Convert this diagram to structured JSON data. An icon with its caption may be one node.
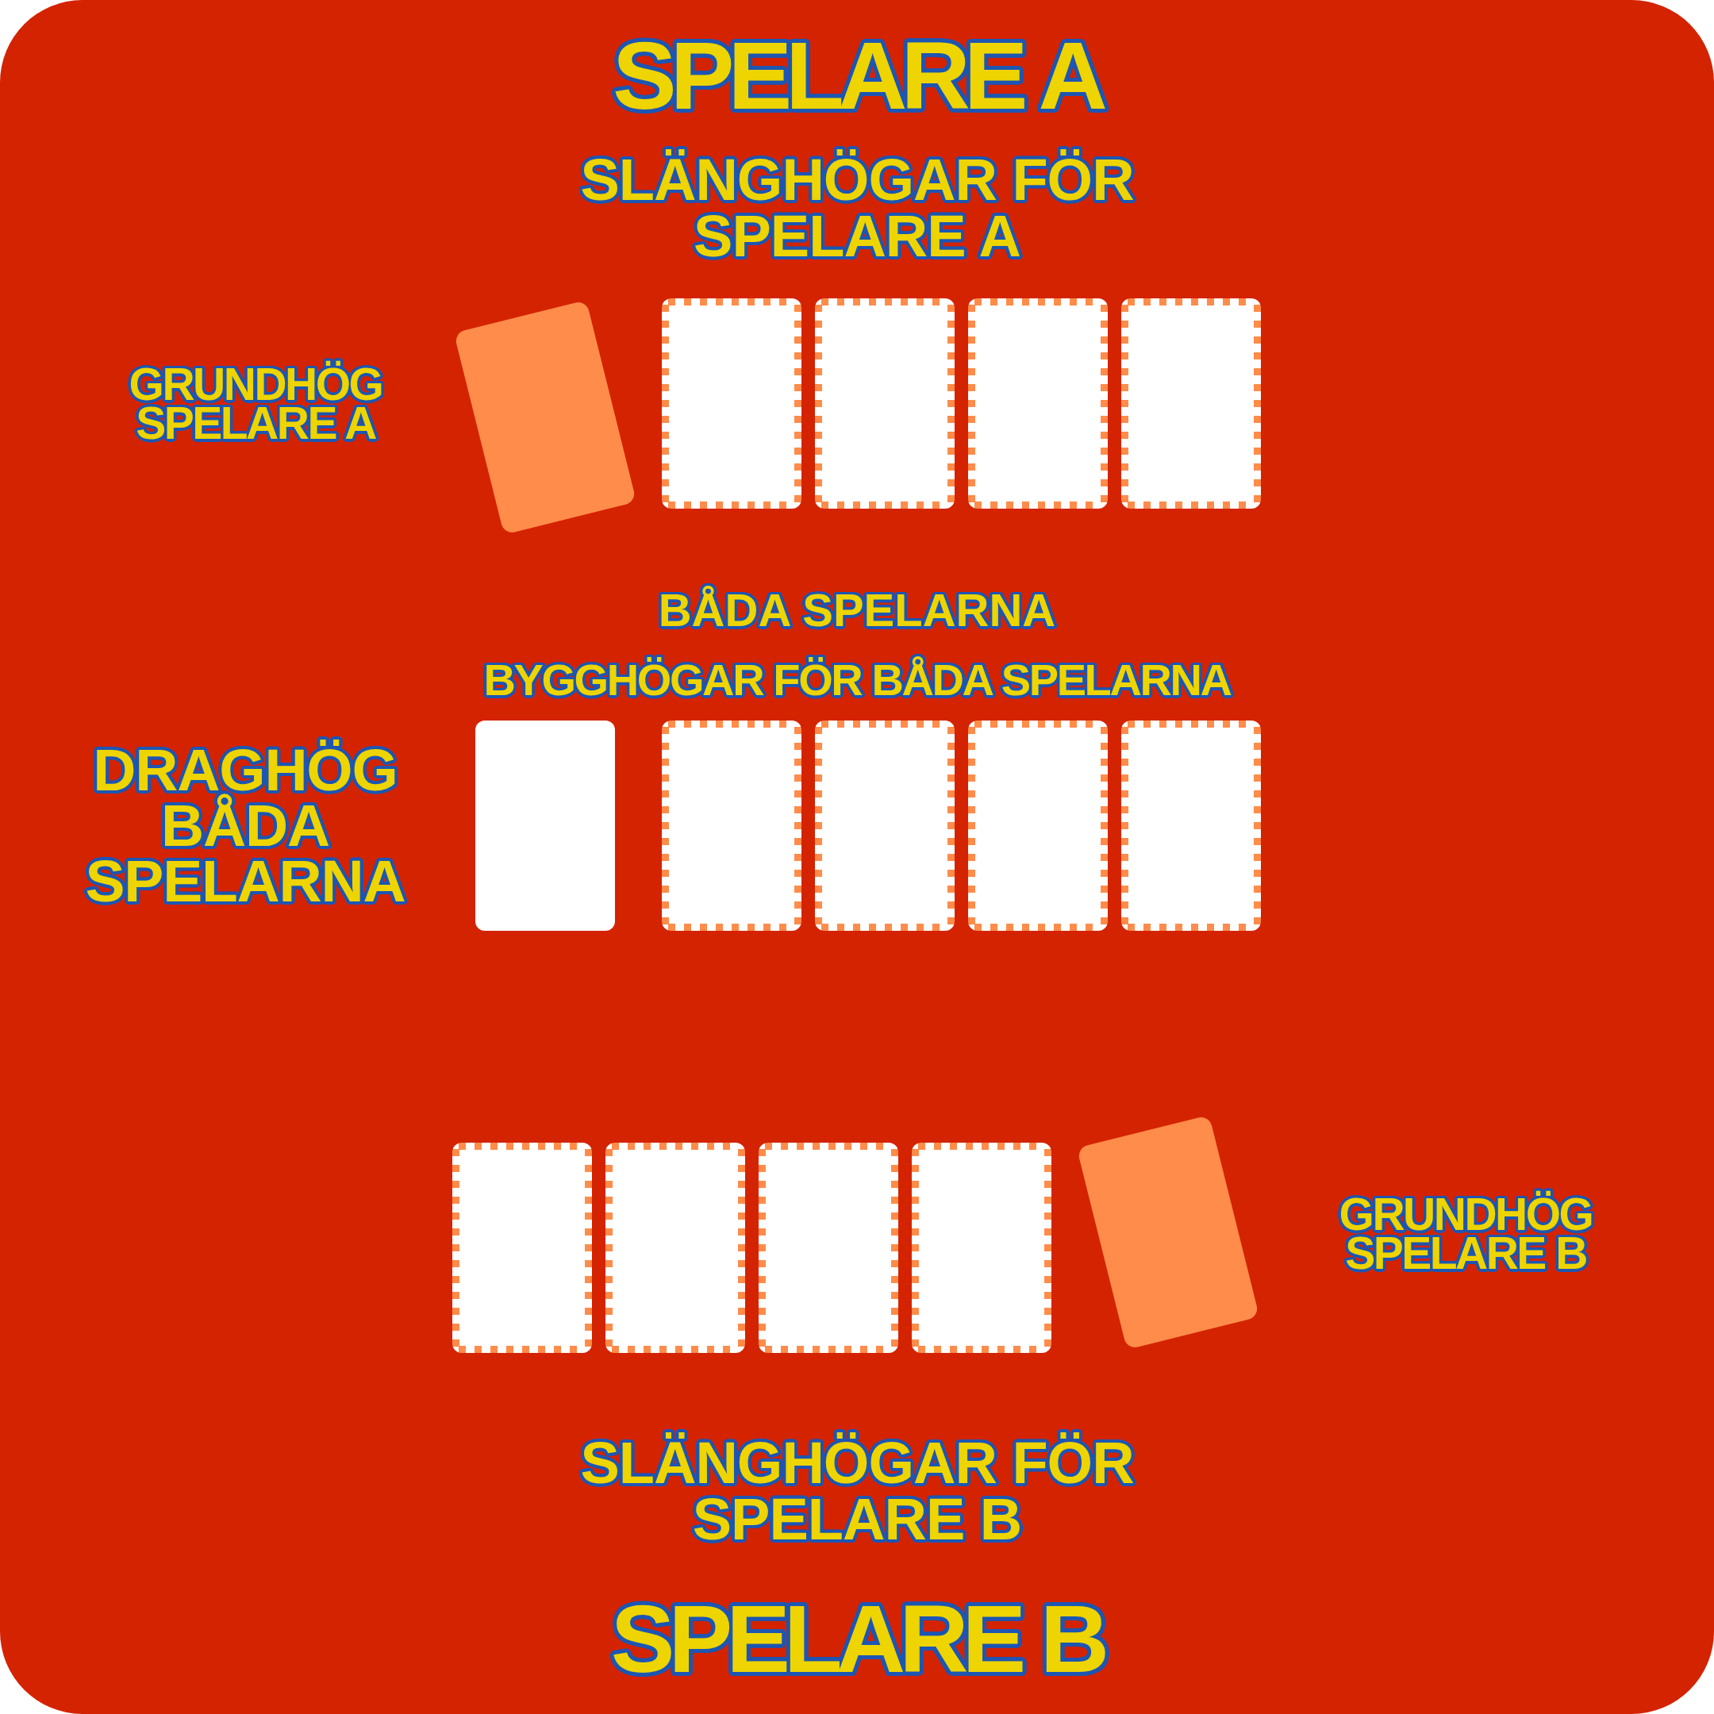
{
  "diagram": {
    "nodes": [
      {
        "text": [],
        "shape": "card",
        "beside": [
          "GRUNDHÖG SPELARE A"
        ]
      },
      {
        "text": [],
        "shape": "card"
      },
      {
        "text": [],
        "shape": "card"
      },
      {
        "text": [],
        "shape": "card"
      },
      {
        "text": [],
        "shape": "card"
      },
      {
        "text": [],
        "shape": "card",
        "beside": [
          "DRAGHÖG BÅDA SPELARNA"
        ]
      },
      {
        "text": [],
        "shape": "card"
      },
      {
        "text": [],
        "shape": "card"
      },
      {
        "text": [],
        "shape": "card"
      },
      {
        "text": [],
        "shape": "card"
      },
      {
        "text": [],
        "shape": "card"
      },
      {
        "text": [],
        "shape": "card"
      },
      {
        "text": [],
        "shape": "card"
      },
      {
        "text": [],
        "shape": "card"
      },
      {
        "text": [],
        "shape": "card",
        "beside": [
          "GRUNDHÖG SPELARE B"
        ]
      }
    ],
    "labels": [
      "SPELARE A",
      "SLÄNGHÖGAR FÖR SPELARE A",
      "BÅDA SPELARNA",
      "BYGGHÖGAR FÖR BÅDA SPELARNA",
      "SLÄNGHÖGAR FÖR SPELARE B",
      "SPELARE B"
    ]
  }
}
